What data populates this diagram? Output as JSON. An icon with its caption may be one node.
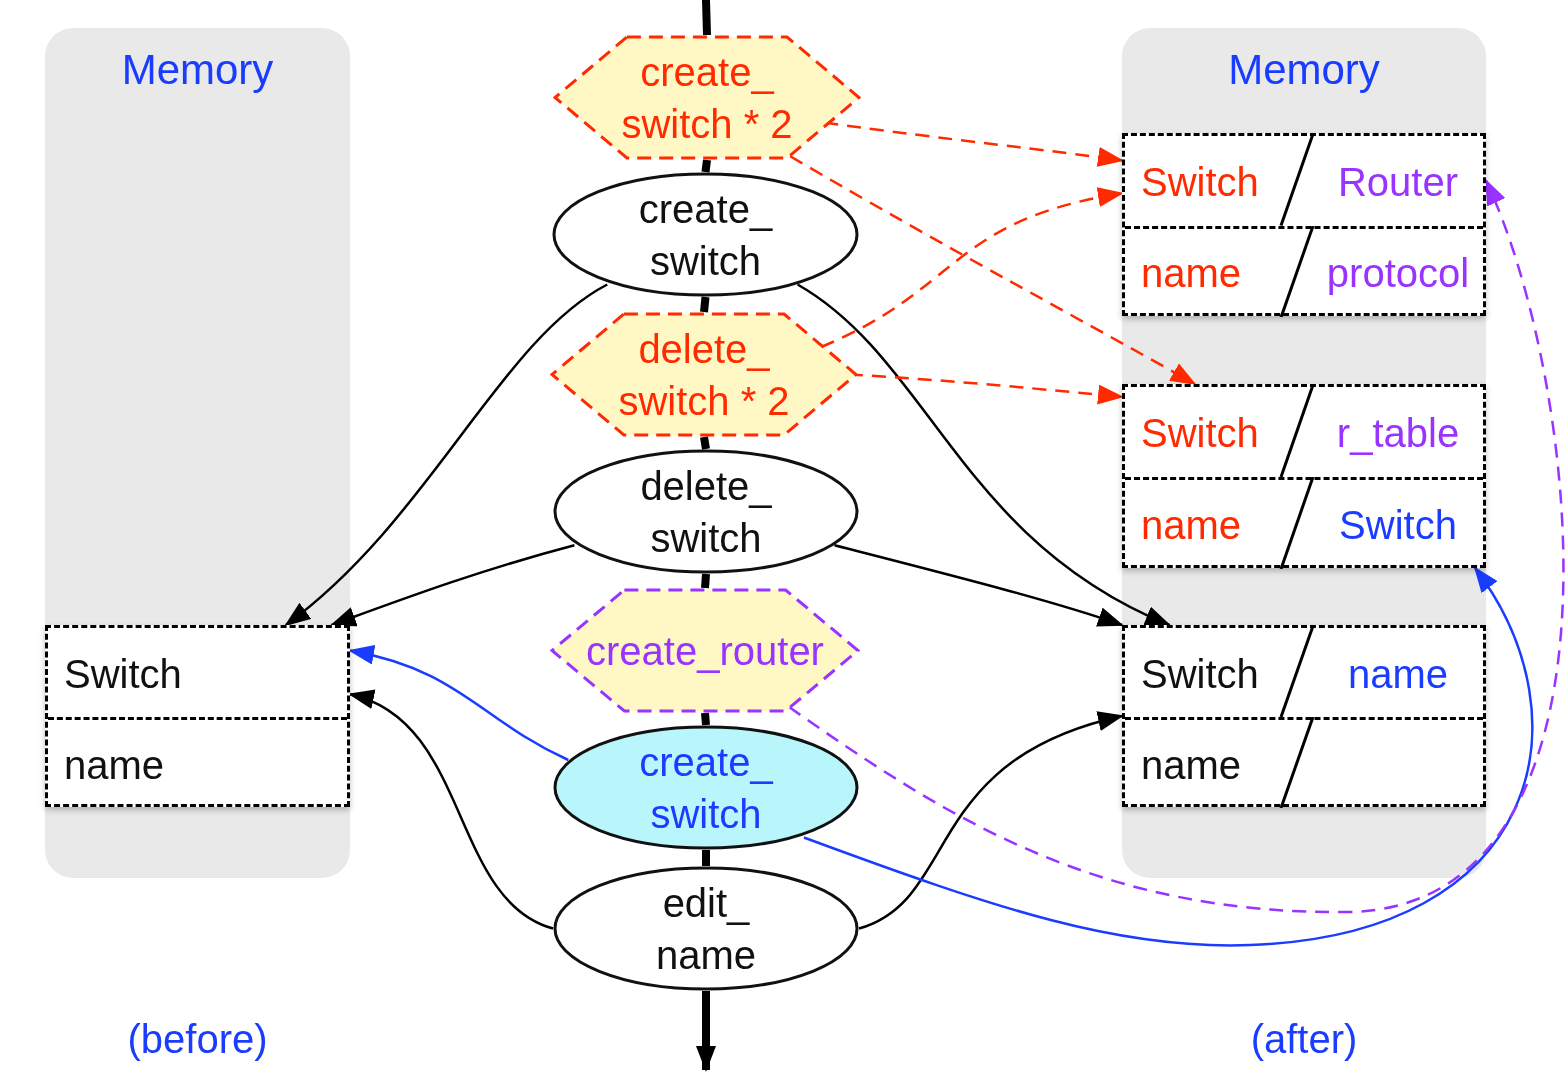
{
  "diagram": {
    "nodes": [
      {
        "text": [
          "Memory"
        ],
        "beside": [
          "(before)"
        ]
      },
      {
        "text": [
          "Switch",
          "name"
        ],
        "in": 0
      },
      {
        "text": [
          "Memory"
        ],
        "beside": [
          "(after)"
        ]
      },
      {
        "text": [
          "Switch",
          "Router",
          "name",
          "protocol"
        ],
        "in": 2
      },
      {
        "text": [
          "Switch",
          "r_table",
          "name",
          "Switch"
        ],
        "in": 2
      },
      {
        "text": [
          "Switch",
          "name",
          "name"
        ],
        "in": 2
      },
      {
        "text": [
          "create_ switch * 2"
        ]
      },
      {
        "text": [
          "create_ switch"
        ]
      },
      {
        "text": [
          "delete_ switch * 2"
        ]
      },
      {
        "text": [
          "delete_ switch"
        ]
      },
      {
        "text": [
          "create_router"
        ]
      },
      {
        "text": [
          "create_ switch"
        ]
      },
      {
        "text": [
          "edit_ name"
        ]
      }
    ],
    "edges": [
      {
        "from": null,
        "to": 6,
        "arrow": "none",
        "style": "thick"
      },
      {
        "from": 6,
        "to": 7,
        "arrow": "none",
        "style": "thick"
      },
      {
        "from": 7,
        "to": 8,
        "arrow": "none",
        "style": "thick"
      },
      {
        "from": 8,
        "to": 9,
        "arrow": "none",
        "style": "thick"
      },
      {
        "from": 9,
        "to": 10,
        "arrow": "none",
        "style": "thick"
      },
      {
        "from": 10,
        "to": 11,
        "arrow": "none",
        "style": "thick"
      },
      {
        "from": 11,
        "to": 12,
        "arrow": "none",
        "style": "thick"
      },
      {
        "from": 12,
        "to": null,
        "arrow": "to",
        "style": "thick"
      },
      {
        "from": 7,
        "to": 1,
        "arrow": "to"
      },
      {
        "from": 7,
        "to": 5,
        "arrow": "to"
      },
      {
        "from": 9,
        "to": 1,
        "arrow": "to"
      },
      {
        "from": 9,
        "to": 5,
        "arrow": "to"
      },
      {
        "from": 11,
        "to": 1,
        "arrow": "to",
        "color": "#1a3cff"
      },
      {
        "from": 12,
        "to": 1,
        "arrow": "to"
      },
      {
        "from": 12,
        "to": 5,
        "arrow": "to"
      },
      {
        "from": 11,
        "to": 4,
        "arrow": "to",
        "color": "#1a3cff"
      },
      {
        "from": 10,
        "to": 3,
        "arrow": "to",
        "style": "dashed",
        "color": "#9933ff"
      },
      {
        "from": 6,
        "to": 3,
        "arrow": "to",
        "style": "dashed",
        "color": "#ff2a00"
      },
      {
        "from": 6,
        "to": 4,
        "arrow": "to",
        "style": "dashed",
        "color": "#ff2a00"
      },
      {
        "from": 8,
        "to": 3,
        "arrow": "to",
        "style": "dashed",
        "color": "#ff2a00"
      },
      {
        "from": 8,
        "to": 4,
        "arrow": "to",
        "style": "dashed",
        "color": "#ff2a00"
      }
    ]
  }
}
